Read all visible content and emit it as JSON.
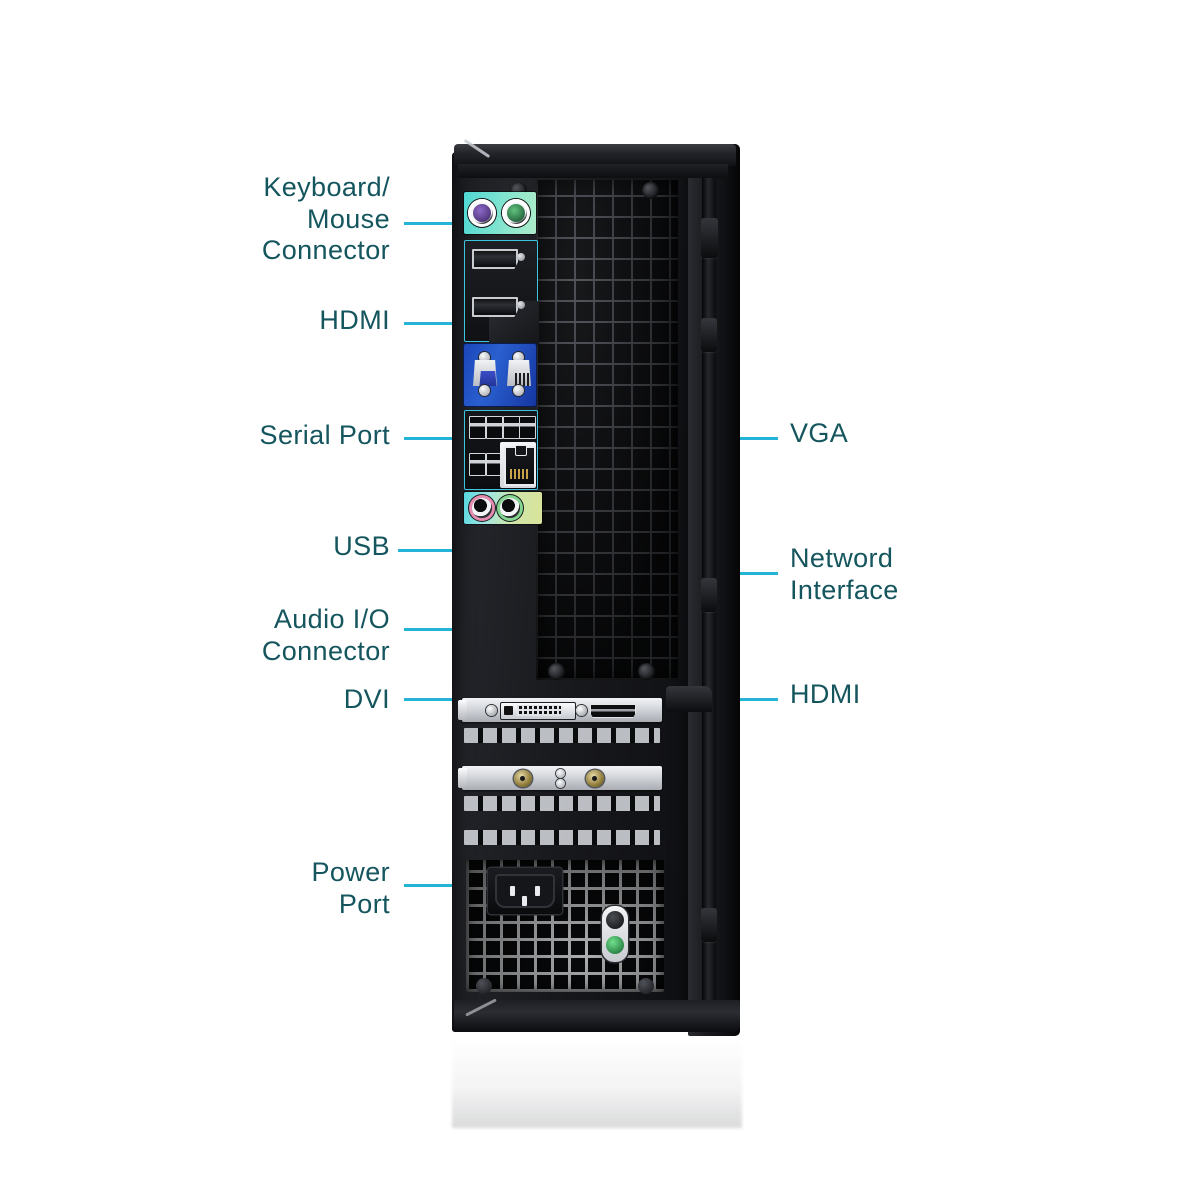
{
  "diagram": {
    "title": "Desktop Computer Rear Panel Connector Diagram",
    "device": "Small form factor desktop PC rear I/O panel",
    "accent_color": "#25b4d8",
    "label_color": "#14555e",
    "background_color": "#ffffff"
  },
  "labels": {
    "keyboard_mouse": "Keyboard/\nMouse\nConnector",
    "hdmi_top": "HDMI",
    "serial_port": "Serial Port",
    "usb": "USB",
    "audio_io": "Audio I/O\nConnector",
    "dvi": "DVI",
    "power_port": "Power\nPort",
    "vga": "VGA",
    "network_interface": "Netword\nInterface",
    "hdmi_card": "HDMI"
  },
  "callouts": [
    {
      "id": "keyboard-mouse",
      "text": "Keyboard/\nMouse\nConnector",
      "side": "left",
      "target": "ps2-ports"
    },
    {
      "id": "hdmi-top",
      "text": "HDMI",
      "side": "left",
      "target": "displayport-stack"
    },
    {
      "id": "serial-port",
      "text": "Serial Port",
      "side": "left",
      "target": "vga-connector"
    },
    {
      "id": "usb",
      "text": "USB",
      "side": "left",
      "target": "usb-cluster"
    },
    {
      "id": "audio-io",
      "text": "Audio I/O\nConnector",
      "side": "left",
      "target": "audio-jacks"
    },
    {
      "id": "dvi",
      "text": "DVI",
      "side": "left",
      "target": "dvi-connector"
    },
    {
      "id": "power-port",
      "text": "Power\nPort",
      "side": "left",
      "target": "power-inlet"
    },
    {
      "id": "vga",
      "text": "VGA",
      "side": "right",
      "target": "serial-connector"
    },
    {
      "id": "network",
      "text": "Netword\nInterface",
      "side": "right",
      "target": "rj45-jack"
    },
    {
      "id": "hdmi-card",
      "text": "HDMI",
      "side": "right",
      "target": "hdmi-card-port"
    }
  ],
  "ports": {
    "ps2": {
      "count": 2,
      "colors": [
        "#8d68c8",
        "#5fc27e"
      ],
      "names": [
        "keyboard-ps2",
        "mouse-ps2"
      ]
    },
    "displayport": {
      "count": 2
    },
    "video_dsub": {
      "vga_color": "#2a5fd0",
      "count": 2
    },
    "usb": {
      "top_row": 4,
      "bottom_row": 2
    },
    "network": {
      "type": "RJ-45"
    },
    "audio": {
      "jacks": 2,
      "colors": [
        "#e58bb0",
        "#84d58f"
      ]
    },
    "expansion_cards": 2,
    "power": {
      "inlet": "IEC C14"
    }
  }
}
